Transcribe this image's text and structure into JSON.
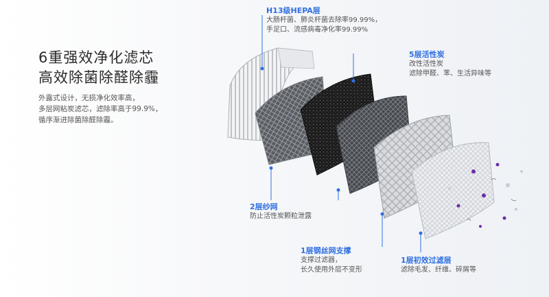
{
  "headline": {
    "line1": "6重强效净化滤芯",
    "line2": "高效除菌除醛除霾"
  },
  "description": [
    "外露式设计，无损净化效率高，",
    "多层网粘炭滤芯，滤除率高于99.9%，",
    "循序渐进除菌除醛除霾。"
  ],
  "layers": {
    "hepa": {
      "title": "H13级HEPA层",
      "lines": [
        "大肠杆菌、肺炎杆菌去除率99.99%，",
        "手足口、流感病毒净化率99.99%"
      ]
    },
    "carbon": {
      "title": "5层活性炭",
      "lines": [
        "改性活性炭",
        "滤除甲醛、苯、生活异味等"
      ]
    },
    "gauze": {
      "title": "2层纱网",
      "lines": [
        "防止活性炭颗粒泄露"
      ]
    },
    "steel": {
      "title": "1层钢丝网支撑",
      "lines": [
        "支撑过滤器，",
        "长久使用外层不变形"
      ]
    },
    "prefilter": {
      "title": "1层初效过滤层",
      "lines": [
        "滤除毛发、纤维、碎屑等"
      ]
    }
  },
  "colors": {
    "accent": "#2f6fe0",
    "particle_purple": "#6b2ea8"
  }
}
